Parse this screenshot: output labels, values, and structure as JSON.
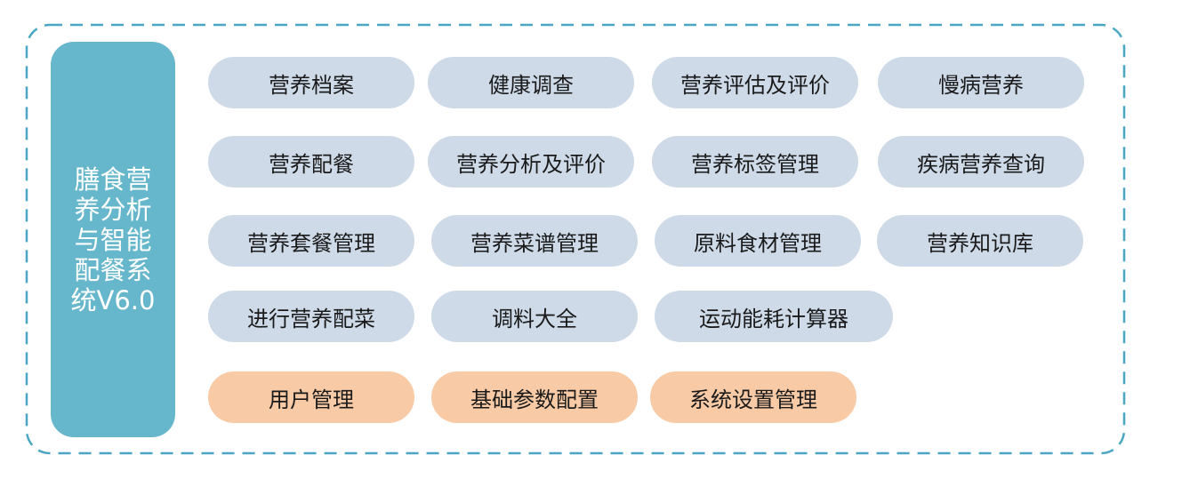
{
  "system": {
    "title": "膳食营养分析与智能配餐系统V6.0"
  },
  "colors": {
    "border": "#4aa6c2",
    "sidebar": "#67b7cc",
    "module": "#cfdae8",
    "admin": "#f8caa5"
  },
  "modules": {
    "row1": [
      "营养档案",
      "健康调查",
      "营养评估及评价",
      "慢病营养"
    ],
    "row2": [
      "营养配餐",
      "营养分析及评价",
      "营养标签管理",
      "疾病营养查询"
    ],
    "row3": [
      "营养套餐管理",
      "营养菜谱管理",
      "原料食材管理",
      "营养知识库"
    ],
    "row4": [
      "进行营养配菜",
      "调料大全",
      "运动能耗计算器"
    ]
  },
  "admin": {
    "items": [
      "用户管理",
      "基础参数配置",
      "系统设置管理"
    ]
  }
}
